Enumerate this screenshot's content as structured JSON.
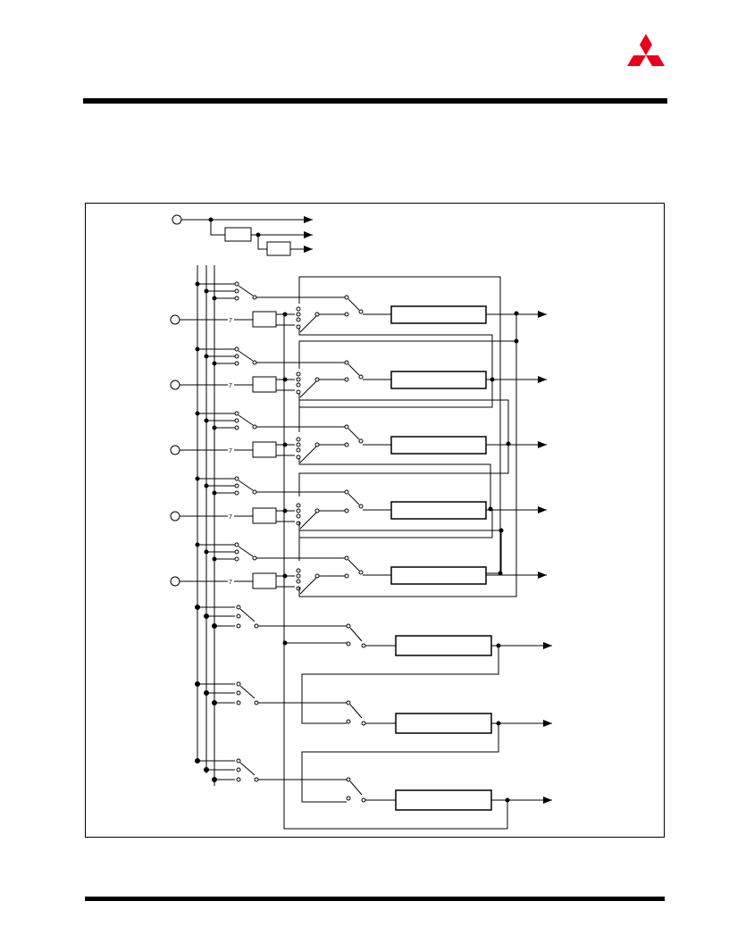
{
  "brand": {
    "logo_icon": "three-diamond-logo-icon",
    "logo_color": "#e8001c"
  },
  "diagram": {
    "type": "block-diagram",
    "description_text": "",
    "input_pins": 6,
    "channel_blocks": 5,
    "lower_blocks": 3
  }
}
